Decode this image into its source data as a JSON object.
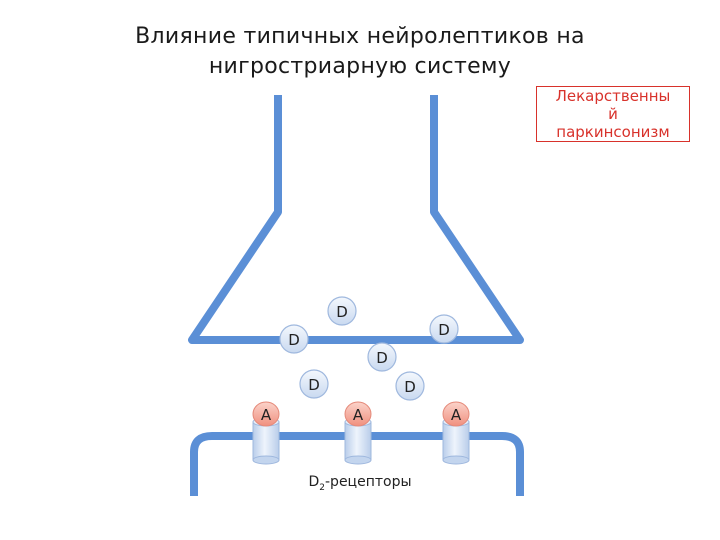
{
  "title_line1": "Влияние типичных нейролептиков на",
  "title_line2": "нигростриарную систему",
  "note_line1": "Лекарственны",
  "note_line2": "й",
  "note_line3": "паркинсонизм",
  "colors": {
    "pipe": "#5b8fd6",
    "note": "#d8322b",
    "circle_fill": "#dde8f7",
    "circle_stroke": "#9fb8de",
    "receptor_fill": "#d6e2f3",
    "receptor_cap": "#f39a8c"
  },
  "dopamine_label": "D",
  "receptor_label": "A",
  "receptors_caption_main": "D",
  "receptors_caption_sub": "2",
  "receptors_caption_rest": "-рецепторы"
}
